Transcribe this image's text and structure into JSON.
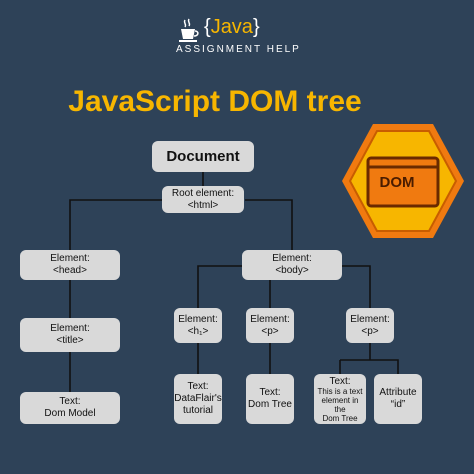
{
  "header": {
    "brand_open": "{",
    "brand_name": "Java",
    "brand_close": "}",
    "brand_sub": "ASSIGNMENT HELP",
    "title": "JavaScript DOM tree"
  },
  "badge": {
    "label": "DOM"
  },
  "colors": {
    "background": "#2e4258",
    "accent": "#f7b600",
    "badge_orange": "#f07a10",
    "node_fill": "#d9d9d9",
    "line": "#111111"
  },
  "tree": {
    "document": "Document",
    "root": "Root element:\n<html>",
    "head": "Element:\n<head>",
    "body": "Element:\n<body>",
    "title_el": "Element:\n<title>",
    "title_text": "Text:\nDom Model",
    "h1": "Element:\n<h₁>",
    "p1": "Element:\n<p>",
    "p2": "Element:\n<p>",
    "h1_text": "Text:\nDataFlair's\ntutorial",
    "p1_text": "Text:\nDom Tree",
    "p2_text_head": "Text:",
    "p2_text_body": "This is a text\nelement in the\nDom Tree",
    "attribute": "Attribute\n“id”"
  }
}
